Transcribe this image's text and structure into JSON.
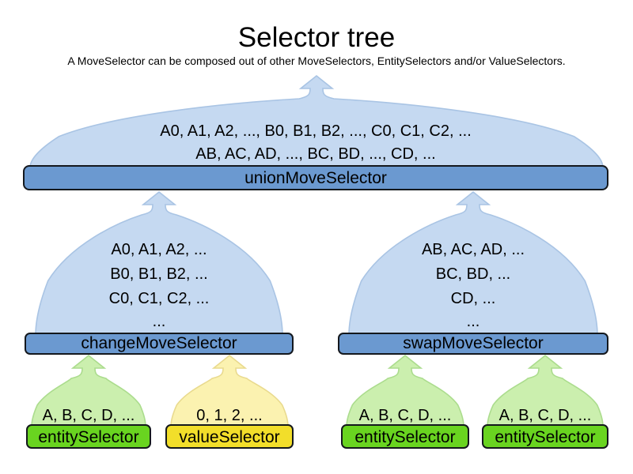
{
  "title": "Selector tree",
  "subtitle": "A MoveSelector can be composed out of other MoveSelectors, EntitySelectors and/or ValueSelectors.",
  "colors": {
    "dome_blue_fill": "#c5d9f1",
    "dome_blue_border": "#a9c4e4",
    "bar_blue_fill": "#6b99d0",
    "dome_green_fill": "#cbefae",
    "dome_green_border": "#abdc8d",
    "bar_green_fill": "#69d420",
    "dome_yellow_fill": "#fbf2b0",
    "dome_yellow_border": "#e9da8e",
    "bar_yellow_fill": "#f2de2a",
    "bar_border": "#14181d",
    "text": "#000000"
  },
  "nodes": {
    "union": {
      "label": "unionMoveSelector",
      "lines": [
        "A0, A1, A2, ..., B0, B1, B2, ..., C0, C1, C2, ...",
        "AB, AC, AD, ..., BC, BD, ..., CD, ..."
      ]
    },
    "change": {
      "label": "changeMoveSelector",
      "lines": [
        "A0, A1, A2, ...",
        "B0, B1, B2, ...",
        "C0, C1, C2, ...",
        "..."
      ]
    },
    "swap": {
      "label": "swapMoveSelector",
      "lines": [
        "AB, AC, AD, ...",
        "BC, BD, ...",
        "CD, ...",
        "..."
      ]
    },
    "entity1": {
      "label": "entitySelector",
      "lines": [
        "A, B, C, D, ..."
      ]
    },
    "value1": {
      "label": "valueSelector",
      "lines": [
        "0, 1, 2, ..."
      ]
    },
    "entity2": {
      "label": "entitySelector",
      "lines": [
        "A, B, C, D, ..."
      ]
    },
    "entity3": {
      "label": "entitySelector",
      "lines": [
        "A, B, C, D, ..."
      ]
    }
  }
}
